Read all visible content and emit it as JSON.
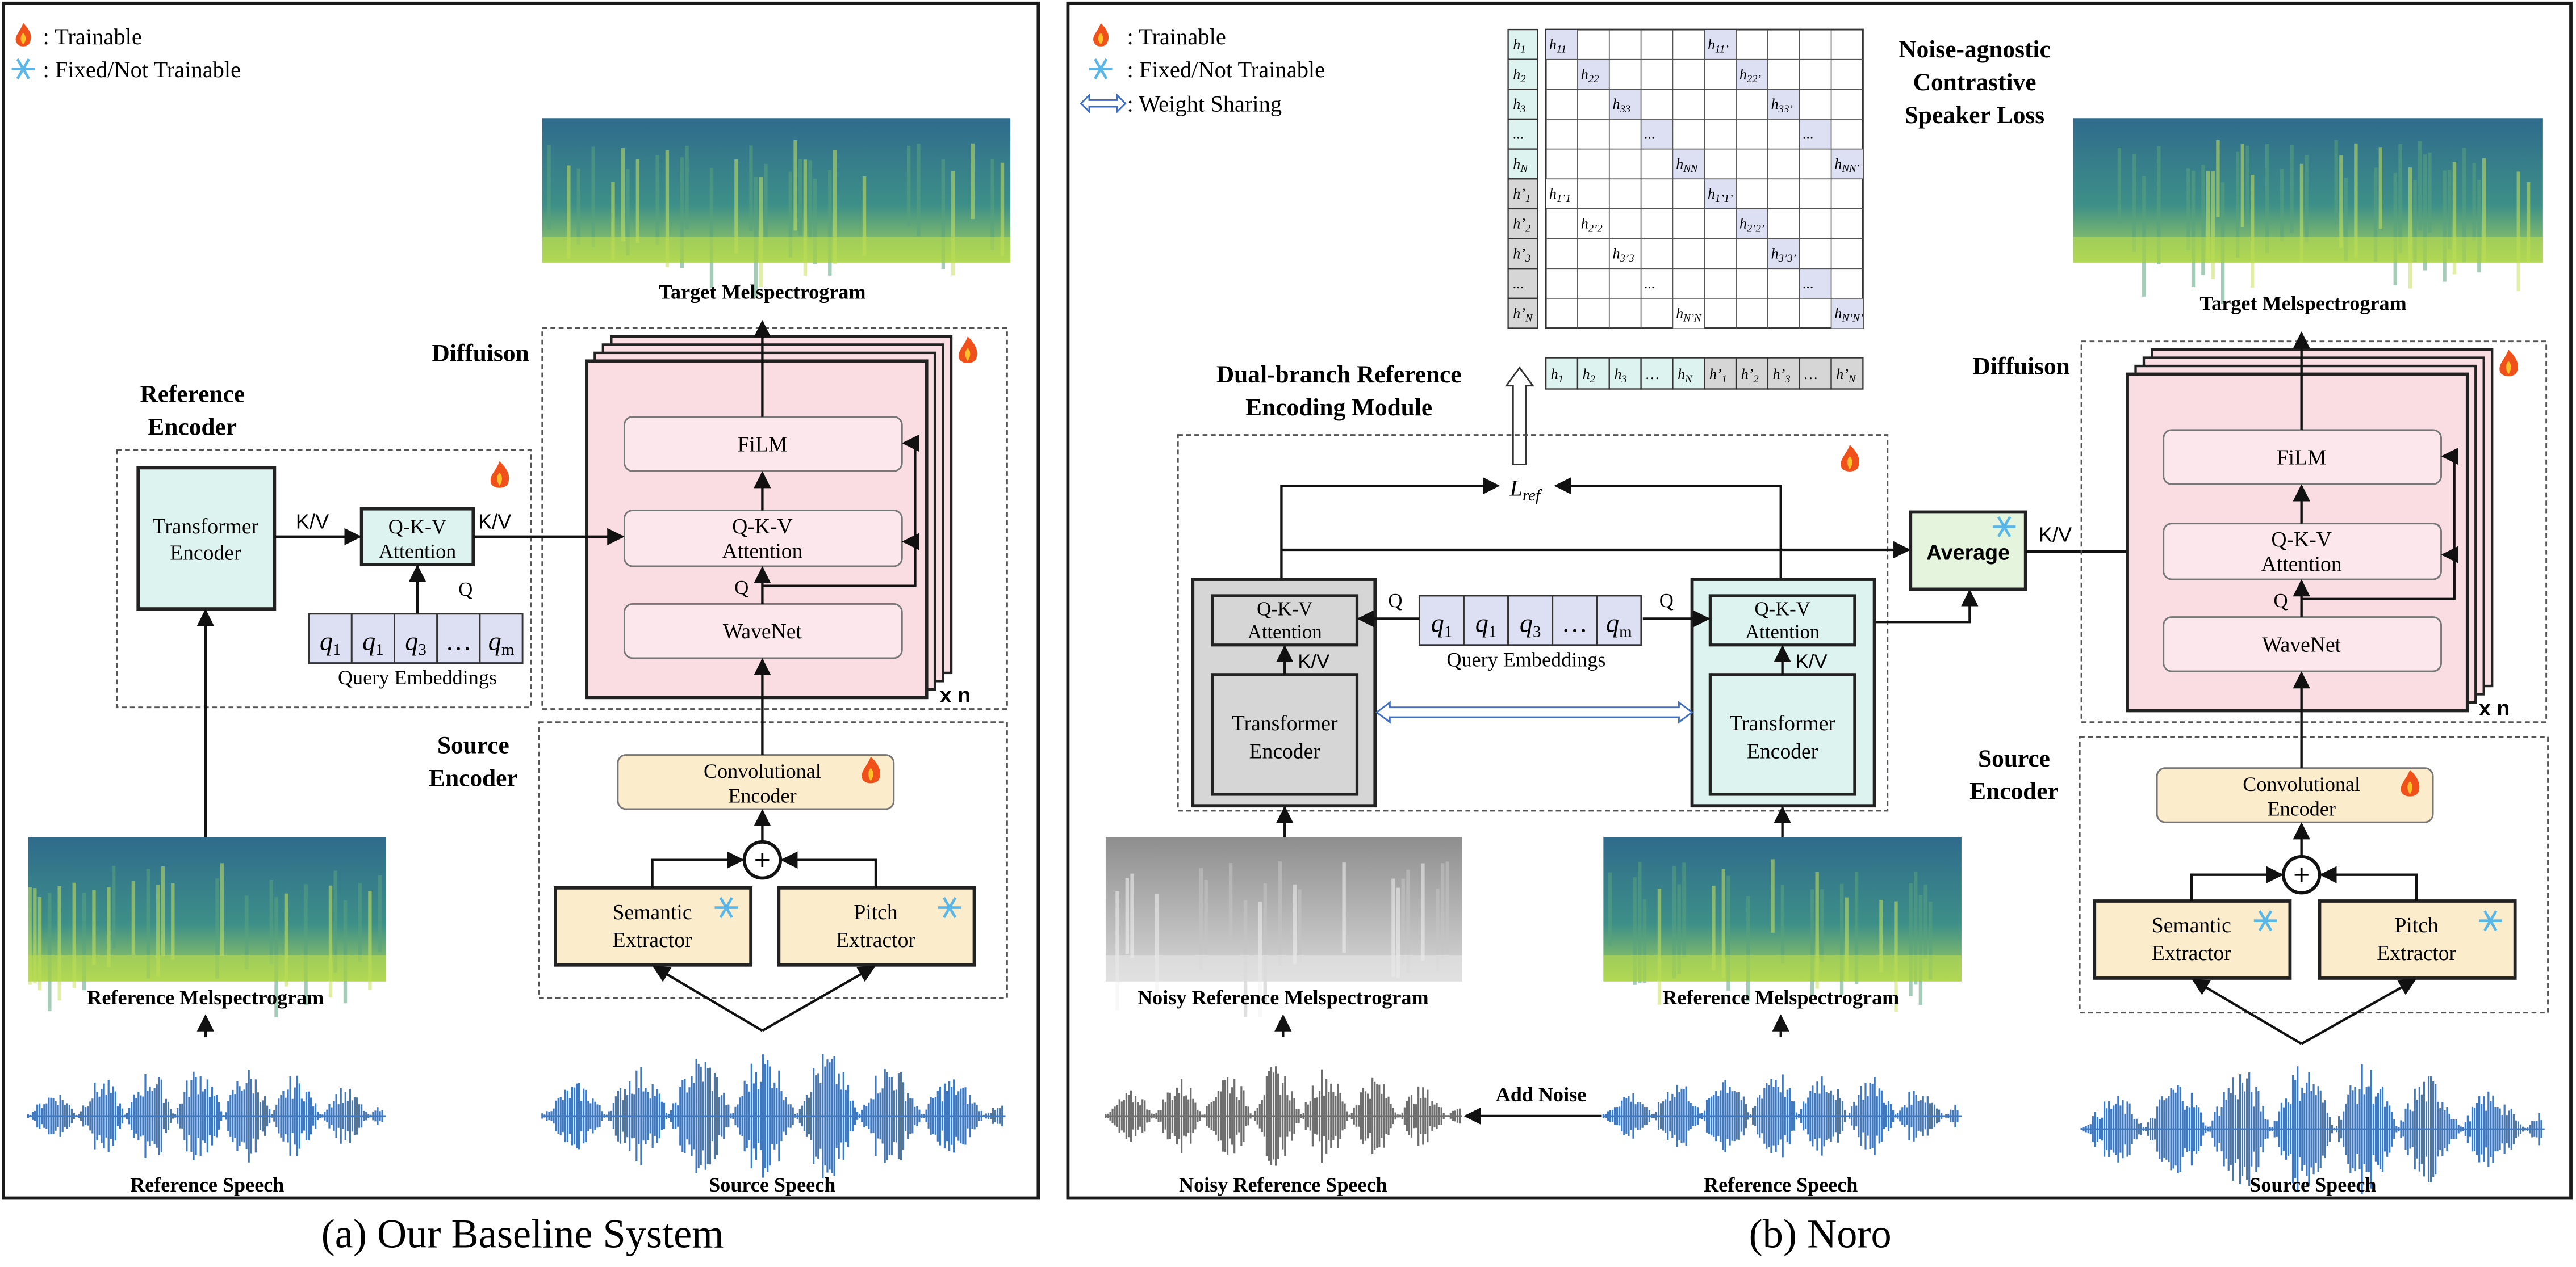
{
  "colors": {
    "frame": "#1a1a1a",
    "pink": "#f9dde3",
    "cyan": "#dcf3f0",
    "beige": "#fbeccb",
    "green": "#e4f4dd",
    "lavender": "#dde0f3",
    "gray": "#d6d6d6",
    "spec_dark": "#2e6c8e",
    "spec_light": "#7bc36b",
    "wave": "#3f78be",
    "wave_noisy": "#6e6e6e",
    "arrow_share": "#3f6fc4"
  },
  "icons": {
    "trainable": "flame-icon",
    "fixed": "snowflake-icon",
    "shared": "double-arrow-icon"
  },
  "panel_a": {
    "caption": "(a) Our Baseline System",
    "legend": {
      "trainable": ": Trainable",
      "fixed": ": Fixed/Not Trainable"
    },
    "target_mel": "Target Melspectrogram",
    "diffusion": "Diffuison",
    "reference_encoder": [
      "Reference",
      "Encoder"
    ],
    "transformer_encoder": [
      "Transformer",
      "Encoder"
    ],
    "kv_1": "K/V",
    "kv_2": "K/V",
    "qkv_attention": [
      "Q-K-V",
      "Attention"
    ],
    "q_label": "Q",
    "query_cells": [
      "q",
      "q",
      "q",
      "…",
      "q"
    ],
    "query_subs": [
      "1",
      "1",
      "3",
      "",
      "m"
    ],
    "query_embeddings": "Query Embeddings",
    "film": "FiLM",
    "diff_attention": [
      "Q-K-V",
      "Attention"
    ],
    "diff_q": "Q",
    "wavenet": "WaveNet",
    "xn": "x n",
    "source_encoder": [
      "Source",
      "Encoder"
    ],
    "conv_encoder": [
      "Convolutional",
      "Encoder"
    ],
    "semantic": [
      "Semantic",
      "Extractor"
    ],
    "pitch": [
      "Pitch",
      "Extractor"
    ],
    "ref_mel": "Reference Melspectrogram",
    "ref_speech": "Reference Speech",
    "src_speech": "Source Speech"
  },
  "panel_b": {
    "caption": "(b) Noro",
    "legend": {
      "trainable": ": Trainable",
      "fixed": ": Fixed/Not Trainable",
      "shared": ": Weight Sharing"
    },
    "loss_title": [
      "Noise-agnostic",
      "Contrastive",
      "Speaker Loss"
    ],
    "matrix": {
      "row_heads": [
        [
          "h",
          "1",
          ""
        ],
        [
          "h",
          "2",
          ""
        ],
        [
          "h",
          "3",
          ""
        ],
        [
          "...",
          "",
          ""
        ],
        [
          "h",
          "N",
          ""
        ],
        [
          "h’",
          "1",
          ""
        ],
        [
          "h’",
          "2",
          ""
        ],
        [
          "h’",
          "3",
          ""
        ],
        [
          "...",
          "",
          ""
        ],
        [
          "h’",
          "N",
          ""
        ]
      ],
      "col_heads": [
        [
          "h",
          "1",
          ""
        ],
        [
          "h",
          "2",
          ""
        ],
        [
          "h",
          "3",
          ""
        ],
        [
          "…",
          "",
          ""
        ],
        [
          "h",
          "N",
          ""
        ],
        [
          "h’",
          "1",
          ""
        ],
        [
          "h’",
          "2",
          ""
        ],
        [
          "h’",
          "3",
          ""
        ],
        [
          "…",
          "",
          ""
        ],
        [
          "h’",
          "N",
          ""
        ]
      ],
      "cells": [
        {
          "r": 0,
          "c": 0,
          "t": "h",
          "s": "11",
          "k": "diag"
        },
        {
          "r": 0,
          "c": 5,
          "t": "h",
          "s": "11’",
          "k": "off"
        },
        {
          "r": 1,
          "c": 1,
          "t": "h",
          "s": "22",
          "k": "diag"
        },
        {
          "r": 1,
          "c": 6,
          "t": "h",
          "s": "22’",
          "k": "off"
        },
        {
          "r": 2,
          "c": 2,
          "t": "h",
          "s": "33",
          "k": "diag"
        },
        {
          "r": 2,
          "c": 7,
          "t": "h",
          "s": "33’",
          "k": "off"
        },
        {
          "r": 3,
          "c": 3,
          "t": "...",
          "s": "",
          "k": "diag"
        },
        {
          "r": 3,
          "c": 8,
          "t": "...",
          "s": "",
          "k": "off"
        },
        {
          "r": 4,
          "c": 4,
          "t": "h",
          "s": "NN",
          "k": "diag"
        },
        {
          "r": 4,
          "c": 9,
          "t": "h",
          "s": "NN’",
          "k": "off"
        },
        {
          "r": 5,
          "c": 0,
          "t": "h",
          "s": "1’1",
          "k": "off"
        },
        {
          "r": 5,
          "c": 5,
          "t": "h",
          "s": "1’1’",
          "k": "off"
        },
        {
          "r": 6,
          "c": 1,
          "t": "h",
          "s": "2’2",
          "k": "off"
        },
        {
          "r": 6,
          "c": 6,
          "t": "h",
          "s": "2’2’",
          "k": "off"
        },
        {
          "r": 7,
          "c": 2,
          "t": "h",
          "s": "3’3",
          "k": "off"
        },
        {
          "r": 7,
          "c": 7,
          "t": "h",
          "s": "3’3’",
          "k": "off"
        },
        {
          "r": 8,
          "c": 3,
          "t": "...",
          "s": "",
          "k": "off"
        },
        {
          "r": 8,
          "c": 8,
          "t": "...",
          "s": "",
          "k": "off"
        },
        {
          "r": 9,
          "c": 4,
          "t": "h",
          "s": "N’N",
          "k": "off"
        },
        {
          "r": 9,
          "c": 9,
          "t": "h",
          "s": "N’N’",
          "k": "off"
        }
      ]
    },
    "dual_branch": [
      "Dual-branch Reference",
      "Encoding Module"
    ],
    "l_ref": [
      "L",
      "ref"
    ],
    "average": "Average",
    "kv_avg": "K/V",
    "left_attention": [
      "Q-K-V",
      "Attention"
    ],
    "right_attention": [
      "Q-K-V",
      "Attention"
    ],
    "left_kv": "K/V",
    "right_kv": "K/V",
    "q_left": "Q",
    "q_right": "Q",
    "left_transformer": [
      "Transformer",
      "Encoder"
    ],
    "right_transformer": [
      "Transformer",
      "Encoder"
    ],
    "query_cells": [
      "q",
      "q",
      "q",
      "…",
      "q"
    ],
    "query_subs": [
      "1",
      "1",
      "3",
      "",
      "m"
    ],
    "query_embeddings": "Query Embeddings",
    "target_mel": "Target Melspectrogram",
    "diffusion": "Diffuison",
    "film": "FiLM",
    "diff_attention": [
      "Q-K-V",
      "Attention"
    ],
    "diff_q": "Q",
    "wavenet": "WaveNet",
    "xn": "x n",
    "source_encoder": [
      "Source",
      "Encoder"
    ],
    "conv_encoder": [
      "Convolutional",
      "Encoder"
    ],
    "semantic": [
      "Semantic",
      "Extractor"
    ],
    "pitch": [
      "Pitch",
      "Extractor"
    ],
    "noisy_ref_mel": "Noisy Reference Melspectrogram",
    "ref_mel": "Reference Melspectrogram",
    "add_noise": "Add Noise",
    "noisy_ref_speech": "Noisy Reference Speech",
    "ref_speech": "Reference Speech",
    "src_speech": "Source Speech"
  }
}
